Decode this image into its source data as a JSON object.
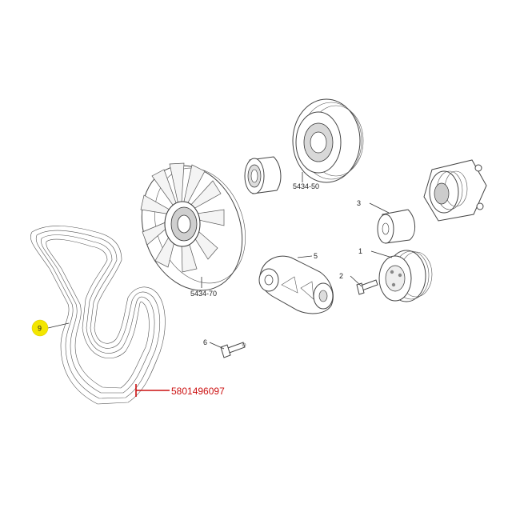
{
  "labels": {
    "ref_1": "1",
    "ref_2": "2",
    "ref_3": "3",
    "ref_5": "5",
    "ref_6": "6",
    "ref_9": "9",
    "fan_code": "5434-70",
    "pulley_code": "5434-50"
  },
  "highlight": {
    "part_number": "5801496097",
    "color": "#cc1111",
    "badge_color": "#f3e600"
  }
}
